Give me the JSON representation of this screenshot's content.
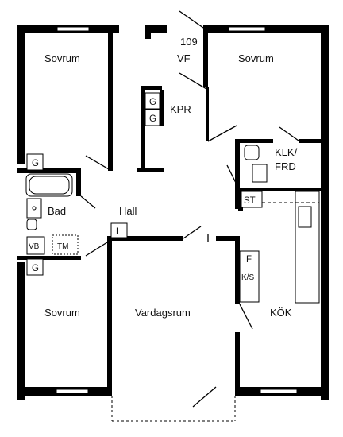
{
  "rooms": {
    "bedroom_top_left": "Sovrum",
    "bedroom_top_right": "Sovrum",
    "bedroom_bottom_left": "Sovrum",
    "living_room": "Vardagsrum",
    "kitchen": "KÖK",
    "hall": "Hall",
    "bathroom": "Bad",
    "wc_laundry_line1": "KLK/",
    "wc_laundry_line2": "FRD",
    "closet": "KPR"
  },
  "entrance": {
    "number": "109",
    "code": "VF"
  },
  "fixtures": {
    "wardrobe": "G",
    "linen": "L",
    "storage": "ST",
    "washer": "VB",
    "dryer": "TM",
    "fridge": "F",
    "fridge_freezer": "K/S"
  }
}
